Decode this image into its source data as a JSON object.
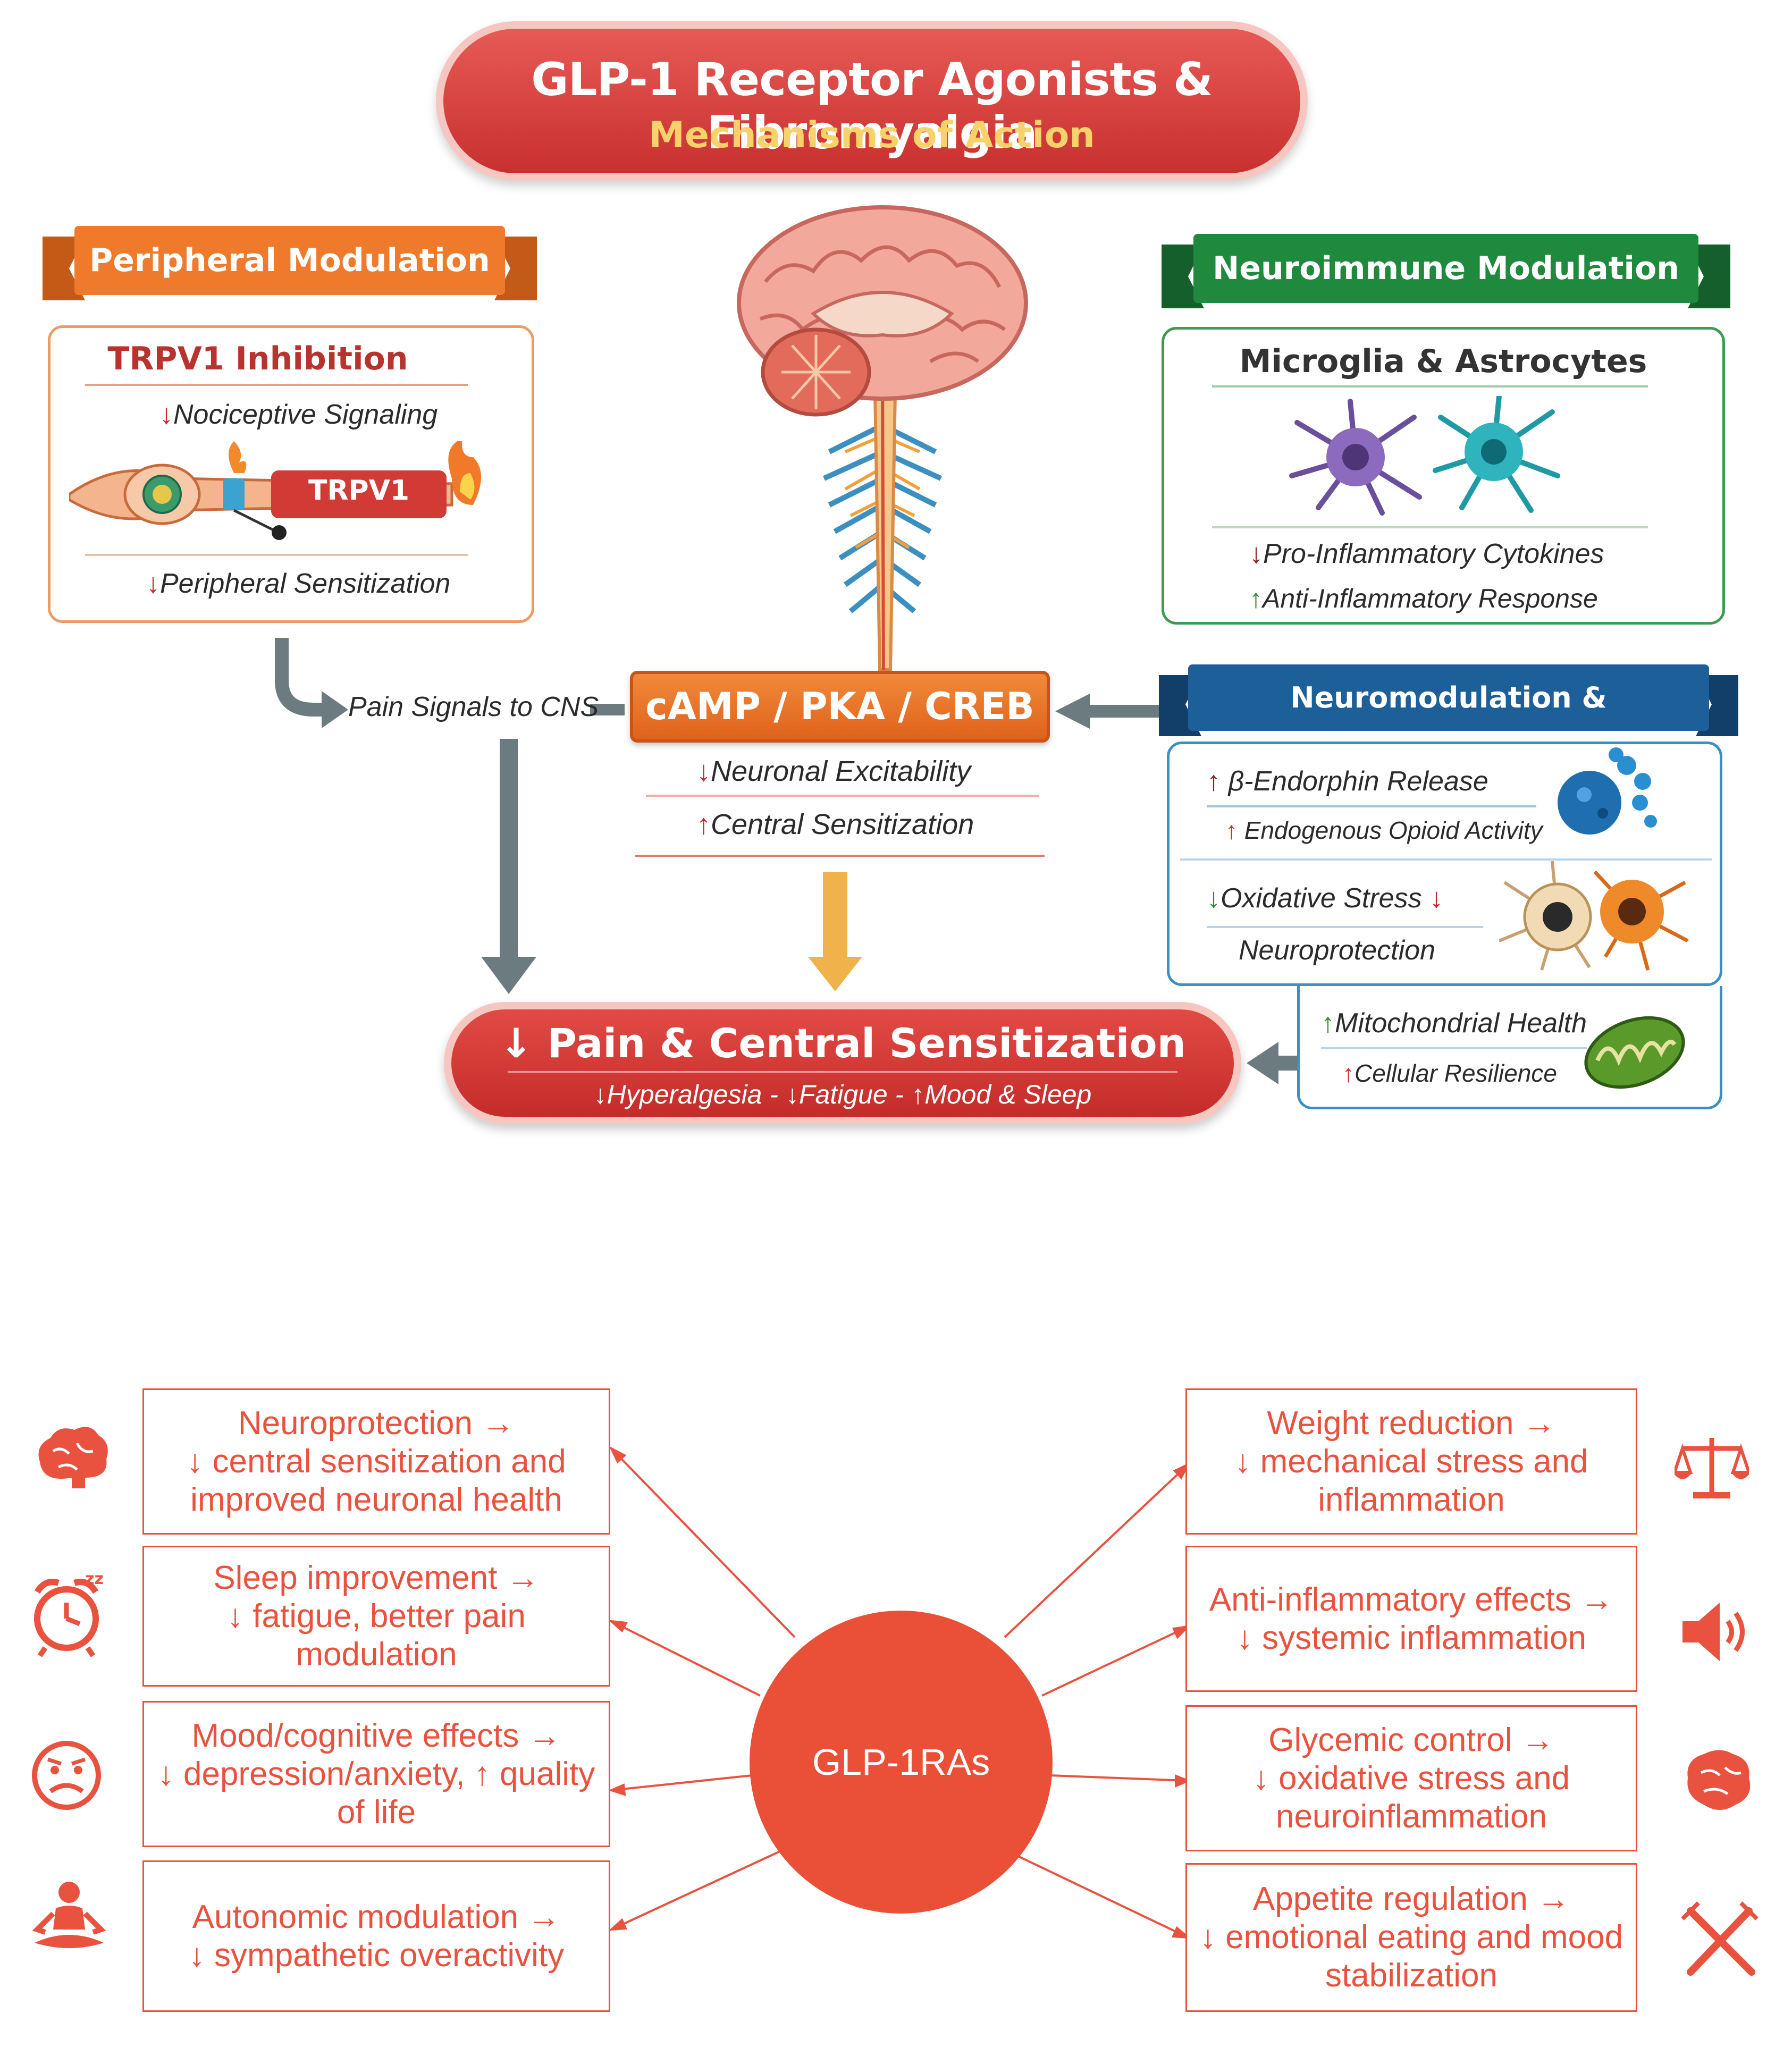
{
  "title": {
    "main": "GLP-1 Receptor Agonists & Fibromyalgia",
    "sub": "Mechanisms of Action"
  },
  "peripheral": {
    "ribbon": "Peripheral Modulation",
    "heading": "TRPV1 Inhibition",
    "line1": "Nociceptive Signaling",
    "channel_label": "TRPV1",
    "line2": "Peripheral Sensitization"
  },
  "neuroimmune": {
    "ribbon": "Neuroimmune Modulation",
    "heading": "Microglia & Astrocytes",
    "line1": "Pro-Inflammatory Cytokines",
    "line2": "Anti-Inflammatory Response"
  },
  "center": {
    "pain_signals": "Pain Signals to CNS",
    "pathway": "cAMP / PKA / CREB",
    "line1": "Neuronal Excitability",
    "line2": "Central Sensitization"
  },
  "neuromod": {
    "ribbon": "Neuromodulation & Neuroprotection",
    "endorphin": "β-Endorphin Release",
    "opioid": "Endogenous Opioid Activity",
    "oxidative": "Oxidative Stress",
    "neuroprotection": "Neuroprotection",
    "mito": "Mitochondrial Health",
    "resilience": "Cellular Resilience"
  },
  "outcome": {
    "main": "Pain & Central Sensitization",
    "sub_a": "Hyperalgesia",
    "sep": "-",
    "sub_b": "Fatigue",
    "sub_c": "Mood & Sleep"
  },
  "hub": {
    "label": "GLP-1RAs"
  },
  "left_boxes": [
    {
      "l1": "Neuroprotection →",
      "l2": "↓ central sensitization and",
      "l3": "improved neuronal health",
      "icon": "brain-icon"
    },
    {
      "l1": "Sleep improvement →",
      "l2": "↓ fatigue, better pain",
      "l3": "modulation",
      "icon": "alarm-clock-icon"
    },
    {
      "l1": "Mood/cognitive effects →",
      "l2": "↓ depression/anxiety, ↑ quality",
      "l3": "of life",
      "icon": "sad-face-icon"
    },
    {
      "l1": "Autonomic modulation →",
      "l2": "↓ sympathetic overactivity",
      "l3": "",
      "icon": "meditation-icon"
    }
  ],
  "right_boxes": [
    {
      "l1": "Weight reduction →",
      "l2": "↓ mechanical stress and",
      "l3": "inflammation",
      "icon": "scale-icon"
    },
    {
      "l1": "Anti-inflammatory effects →",
      "l2": "↓ systemic inflammation",
      "l3": "",
      "icon": "speaker-icon"
    },
    {
      "l1": "Glycemic control →",
      "l2": "↓ oxidative stress and",
      "l3": "neuroinflammation",
      "icon": "inflamed-brain-icon"
    },
    {
      "l1": "Appetite regulation →",
      "l2": "↓ emotional eating and mood",
      "l3": "stabilization",
      "icon": "fork-knife-icon"
    }
  ],
  "colors": {
    "title_red": "#d2403c",
    "peripheral_orange": "#ef7a2c",
    "neuroimmune_green": "#1f8a3e",
    "neuromod_blue": "#1d5f98",
    "accent_red": "#e8523e",
    "arrow_gray": "#6b7b80",
    "arrow_gold": "#f0b24a"
  }
}
